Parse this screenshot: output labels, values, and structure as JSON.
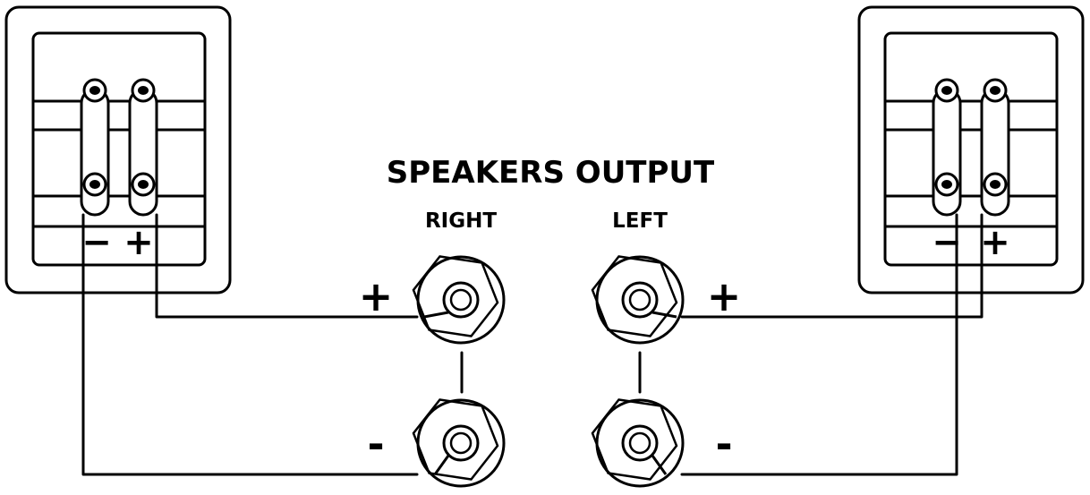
{
  "title": "SPEAKERS OUTPUT",
  "channels": {
    "right": "RIGHT",
    "left": "LEFT"
  },
  "signs": {
    "plus": "+",
    "minus": "-"
  },
  "speaker_signs": {
    "minus": "−",
    "plus": "+"
  },
  "colors": {
    "line": "#000000",
    "background": "#ffffff"
  },
  "icons": {
    "speaker": "speaker-terminal-icon",
    "binding_post": "binding-post-icon"
  }
}
